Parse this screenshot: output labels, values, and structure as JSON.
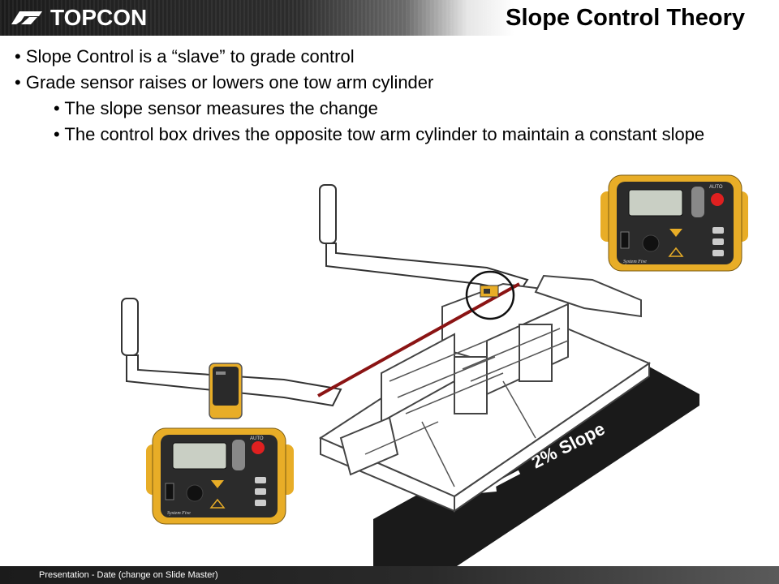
{
  "header": {
    "brand": "TOPCON",
    "title": "Slope Control Theory"
  },
  "bullets": [
    {
      "level": 1,
      "text": "Slope Control is a “slave” to grade control"
    },
    {
      "level": 1,
      "text": "Grade sensor raises or lowers one tow arm cylinder"
    },
    {
      "level": 2,
      "text": "The slope sensor measures the change"
    },
    {
      "level": 2,
      "text": "The control box drives the opposite tow arm cylinder to maintain a constant slope"
    }
  ],
  "illustration": {
    "slope_label": "2% Slope",
    "control_box_label": "System Five",
    "auto_label": "AUTO",
    "colors": {
      "control_box": "#e8ad27",
      "slope_line": "#8b1414",
      "ramp": "#1a1a1a"
    }
  },
  "footer": {
    "text": "Presentation - Date (change on Slide Master)"
  }
}
